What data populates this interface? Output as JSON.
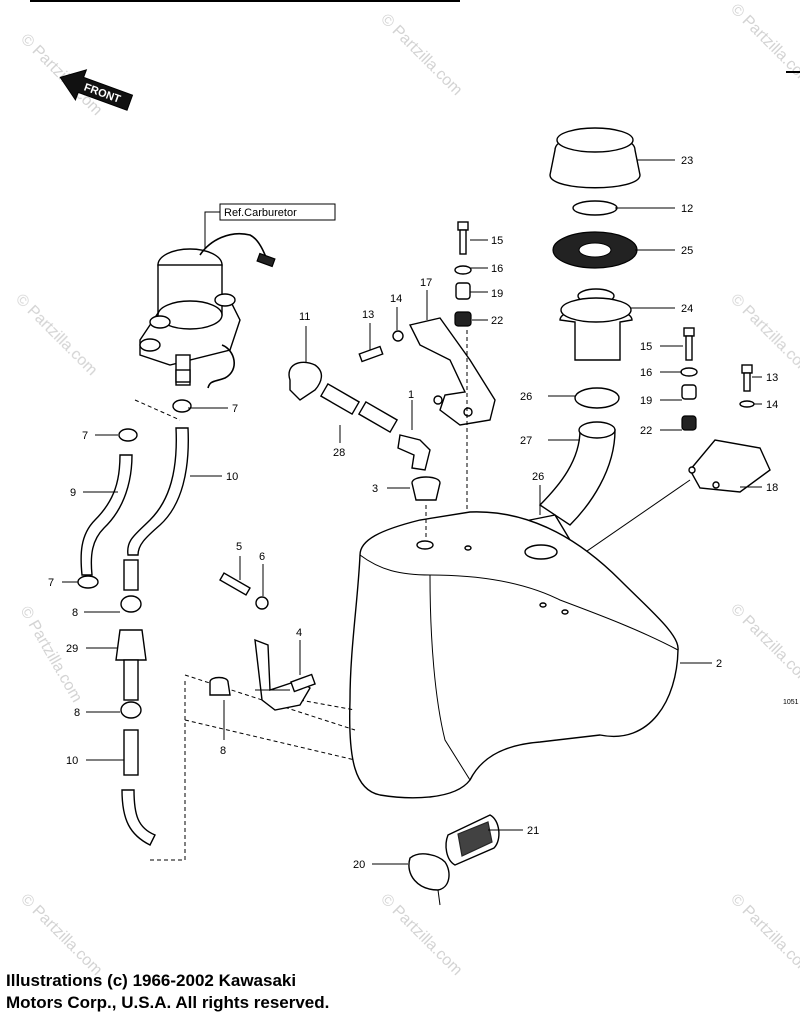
{
  "front_label": "FRONT",
  "ref_label": "Ref.Carburetor",
  "diagram_code": "1051",
  "watermark": "© Partzilla.com",
  "copyright_line1": "Illustrations (c) 1966-2002 Kawasaki",
  "copyright_line2": "Motors Corp., U.S.A.  All rights reserved.",
  "callouts": {
    "c1": "1",
    "c2": "2",
    "c3": "3",
    "c4": "4",
    "c5": "5",
    "c6": "6",
    "c7a": "7",
    "c7b": "7",
    "c7c": "7",
    "c8a": "8",
    "c8b": "8",
    "c8c": "8",
    "c9": "9",
    "c10a": "10",
    "c10b": "10",
    "c11": "11",
    "c12": "12",
    "c13a": "13",
    "c13b": "13",
    "c14a": "14",
    "c14b": "14",
    "c15a": "15",
    "c15b": "15",
    "c16a": "16",
    "c16b": "16",
    "c17": "17",
    "c18": "18",
    "c19a": "19",
    "c19b": "19",
    "c20": "20",
    "c21": "21",
    "c22a": "22",
    "c22b": "22",
    "c23": "23",
    "c24": "24",
    "c25": "25",
    "c26a": "26",
    "c26b": "26",
    "c27": "27",
    "c28": "28",
    "c29": "29"
  }
}
